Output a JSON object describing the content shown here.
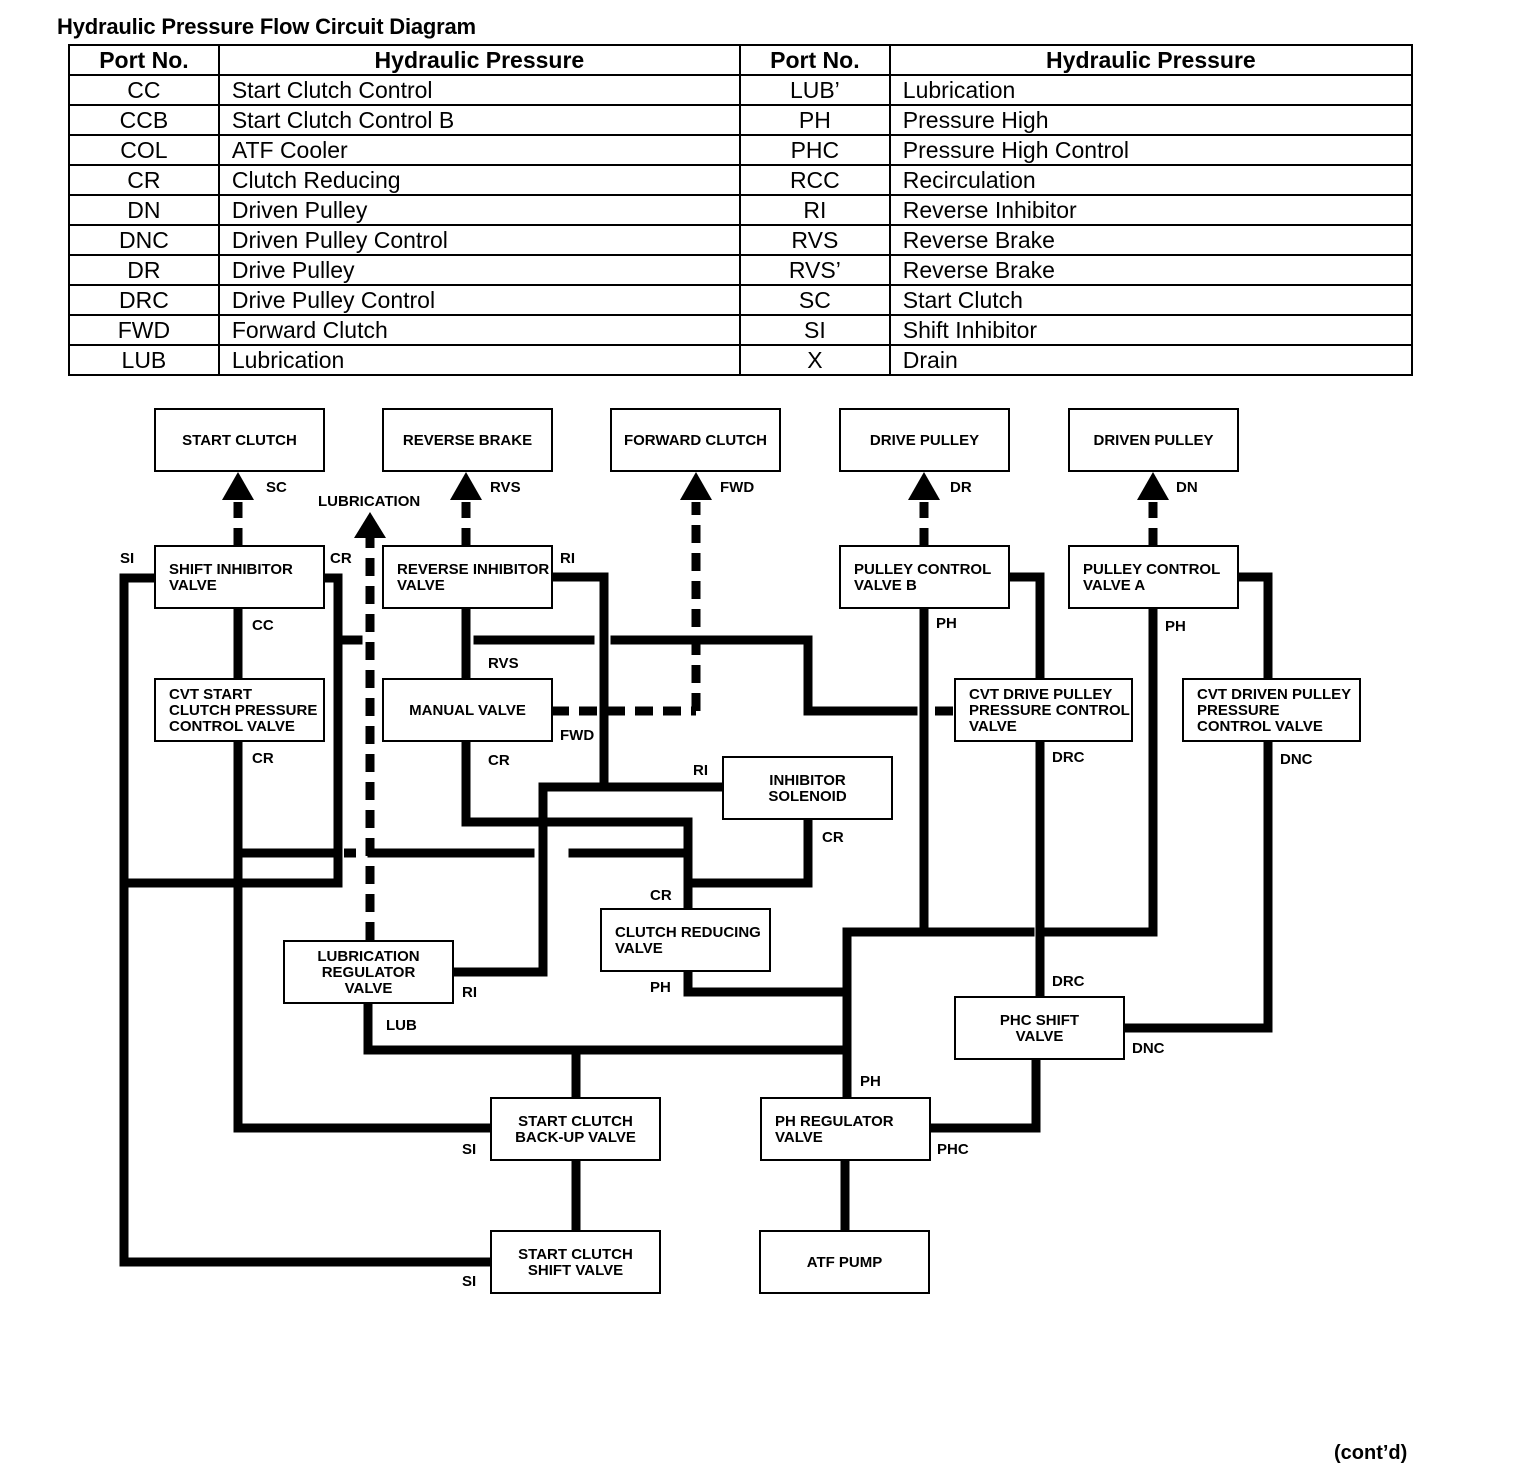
{
  "title": "Hydraulic Pressure Flow Circuit Diagram",
  "table": {
    "headers": [
      "Port No.",
      "Hydraulic Pressure",
      "Port No.",
      "Hydraulic Pressure"
    ],
    "rows": [
      [
        "CC",
        "Start Clutch Control",
        "LUB’",
        "Lubrication"
      ],
      [
        "CCB",
        "Start Clutch Control B",
        "PH",
        "Pressure High"
      ],
      [
        "COL",
        "ATF Cooler",
        "PHC",
        "Pressure High Control"
      ],
      [
        "CR",
        "Clutch Reducing",
        "RCC",
        "Recirculation"
      ],
      [
        "DN",
        "Driven Pulley",
        "RI",
        "Reverse Inhibitor"
      ],
      [
        "DNC",
        "Driven Pulley Control",
        "RVS",
        "Reverse Brake"
      ],
      [
        "DR",
        "Drive Pulley",
        "RVS’",
        "Reverse Brake"
      ],
      [
        "DRC",
        "Drive Pulley Control",
        "SC",
        "Start Clutch"
      ],
      [
        "FWD",
        "Forward Clutch",
        "SI",
        "Shift Inhibitor"
      ],
      [
        "LUB",
        "Lubrication",
        "X",
        "Drain"
      ]
    ]
  },
  "boxes": {
    "start_clutch": [
      "START CLUTCH"
    ],
    "reverse_brake": [
      "REVERSE BRAKE"
    ],
    "forward_clutch": [
      "FORWARD CLUTCH"
    ],
    "drive_pulley": [
      "DRIVE PULLEY"
    ],
    "driven_pulley": [
      "DRIVEN PULLEY"
    ],
    "shift_inhibitor_valve": [
      "SHIFT INHIBITOR",
      "VALVE"
    ],
    "reverse_inhibitor_valve": [
      "REVERSE INHIBITOR",
      "VALVE"
    ],
    "pulley_control_valve_b": [
      "PULLEY CONTROL",
      "VALVE B"
    ],
    "pulley_control_valve_a": [
      "PULLEY CONTROL",
      "VALVE A"
    ],
    "cvt_start_clutch_valve": [
      "CVT START",
      "CLUTCH PRESSURE",
      "CONTROL VALVE"
    ],
    "manual_valve": [
      "MANUAL VALVE"
    ],
    "cvt_drive_pulley_valve": [
      "CVT DRIVE PULLEY",
      "PRESSURE CONTROL",
      "VALVE"
    ],
    "cvt_driven_pulley_valve": [
      "CVT DRIVEN PULLEY",
      "PRESSURE",
      "CONTROL VALVE"
    ],
    "inhibitor_solenoid": [
      "INHIBITOR",
      "SOLENOID"
    ],
    "clutch_reducing_valve": [
      "CLUTCH REDUCING",
      "VALVE"
    ],
    "lubrication_regulator_valve": [
      "LUBRICATION",
      "REGULATOR",
      "VALVE"
    ],
    "phc_shift_valve": [
      "PHC SHIFT",
      "VALVE"
    ],
    "start_clutch_backup_valve": [
      "START CLUTCH",
      "BACK-UP VALVE"
    ],
    "ph_regulator_valve": [
      "PH REGULATOR",
      "VALVE"
    ],
    "start_clutch_shift_valve": [
      "START CLUTCH",
      "SHIFT VALVE"
    ],
    "atf_pump": [
      "ATF PUMP"
    ]
  },
  "port_labels": {
    "sc": "SC",
    "rvs_top": "RVS",
    "fwd_top": "FWD",
    "dr": "DR",
    "dn": "DN",
    "lubrication": "LUBRICATION",
    "si_left": "SI",
    "cr_shift": "CR",
    "ri_rev": "RI",
    "cc": "CC",
    "rvs_mid": "RVS",
    "ph_b": "PH",
    "ph_a": "PH",
    "fwd_manual": "FWD",
    "cr_cvt_start": "CR",
    "cr_manual": "CR",
    "drc_cvt": "DRC",
    "dnc_cvt": "DNC",
    "ri_solenoid": "RI",
    "cr_solenoid": "CR",
    "cr_clutch_red": "CR",
    "ri_lub": "RI",
    "ph_clutch_red": "PH",
    "drc_phc": "DRC",
    "lub": "LUB",
    "dnc_phc": "DNC",
    "ph_pump": "PH",
    "si_backup": "SI",
    "phc": "PHC",
    "si_shift": "SI"
  },
  "contd": "(cont’d)"
}
